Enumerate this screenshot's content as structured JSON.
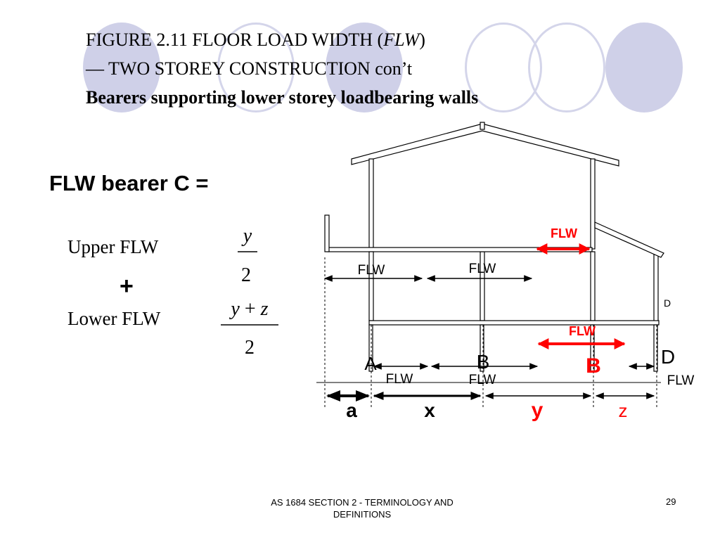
{
  "title": {
    "line1_prefix": "FIGURE  2.11   FLOOR LOAD WIDTH (",
    "line1_italic": "FLW",
    "line1_suffix": ")",
    "line2_dash": "—",
    "line2_text": " TWO STOREY CONSTRUCTION  con’t",
    "line3": "Bearers supporting lower storey loadbearing walls"
  },
  "formula": {
    "heading": "FLW bearer C =",
    "upper_label": "Upper FLW",
    "upper_numerator": "y",
    "upper_denominator": "2",
    "plus": "+",
    "lower_label": "Lower FLW",
    "lower_numerator_y": "y",
    "lower_numerator_plus": " + ",
    "lower_numerator_z": "z",
    "lower_denominator": "2"
  },
  "diagram": {
    "upper_flw_label": "FLW",
    "lower_flw_label": "FLW",
    "upper_flw_left": "FLW",
    "upper_flw_mid": "FLW",
    "lower_flw_a": "FLW",
    "lower_flw_b": "FLW",
    "lower_flw_d": "FLW",
    "label_d_small": "D",
    "label_a": "A",
    "label_b": "B",
    "label_b_red": "B",
    "label_d": "D",
    "dim_a": "a",
    "dim_x": "x",
    "dim_y": "y",
    "dim_z": "z",
    "accent_color": "#ff0000"
  },
  "footer": {
    "text_line1": "AS 1684  SECTION 2 - TERMINOLOGY AND",
    "text_line2": "DEFINITIONS",
    "page": "29"
  }
}
